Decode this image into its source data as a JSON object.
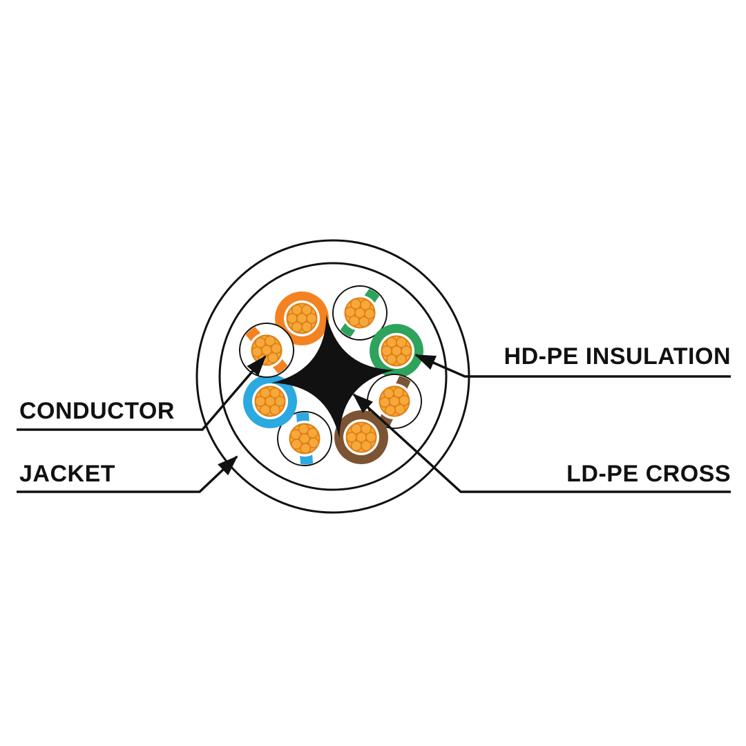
{
  "diagram": {
    "type": "utp-cable-cross-section",
    "labels": {
      "conductor": "CONDUCTOR",
      "jacket": "JACKET",
      "hd_pe_insulation": "HD-PE INSULATION",
      "ld_pe_cross": "LD-PE CROSS"
    },
    "colors": {
      "line": "#111111",
      "white": "#ffffff",
      "orange": "#F58220",
      "green": "#2EA35C",
      "blue": "#2BA9E0",
      "brown": "#7C5433",
      "copper_fill": "#F7A83A",
      "copper_stroke": "#DE7F15"
    },
    "wire_pairs": [
      {
        "solid": "orange",
        "striped": "white-orange"
      },
      {
        "solid": "green",
        "striped": "white-green"
      },
      {
        "solid": "blue",
        "striped": "white-blue"
      },
      {
        "solid": "brown",
        "striped": "white-brown"
      }
    ]
  }
}
